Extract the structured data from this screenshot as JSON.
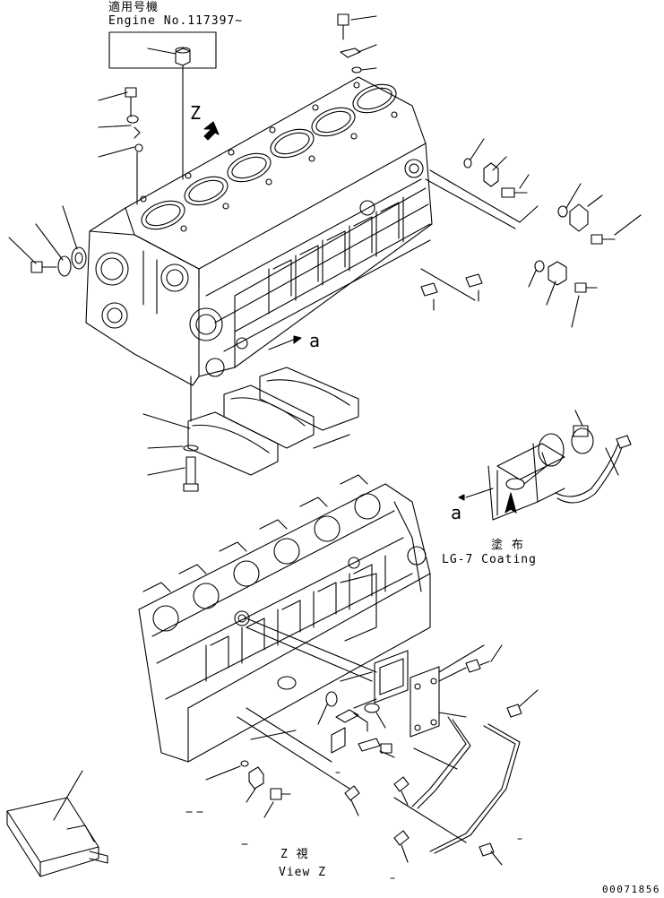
{
  "notes": {
    "applicable_models_jp": "適用号機",
    "engine_no": "Engine No.117397~"
  },
  "labels": {
    "view_letter": "Z",
    "section_a_top": "a",
    "section_a_right": "a",
    "coating_jp": "塗 布",
    "coating_en": "LG-7 Coating",
    "view_z_jp": "Z 視",
    "view_z_en": "View Z"
  },
  "serial_number": "00071856"
}
